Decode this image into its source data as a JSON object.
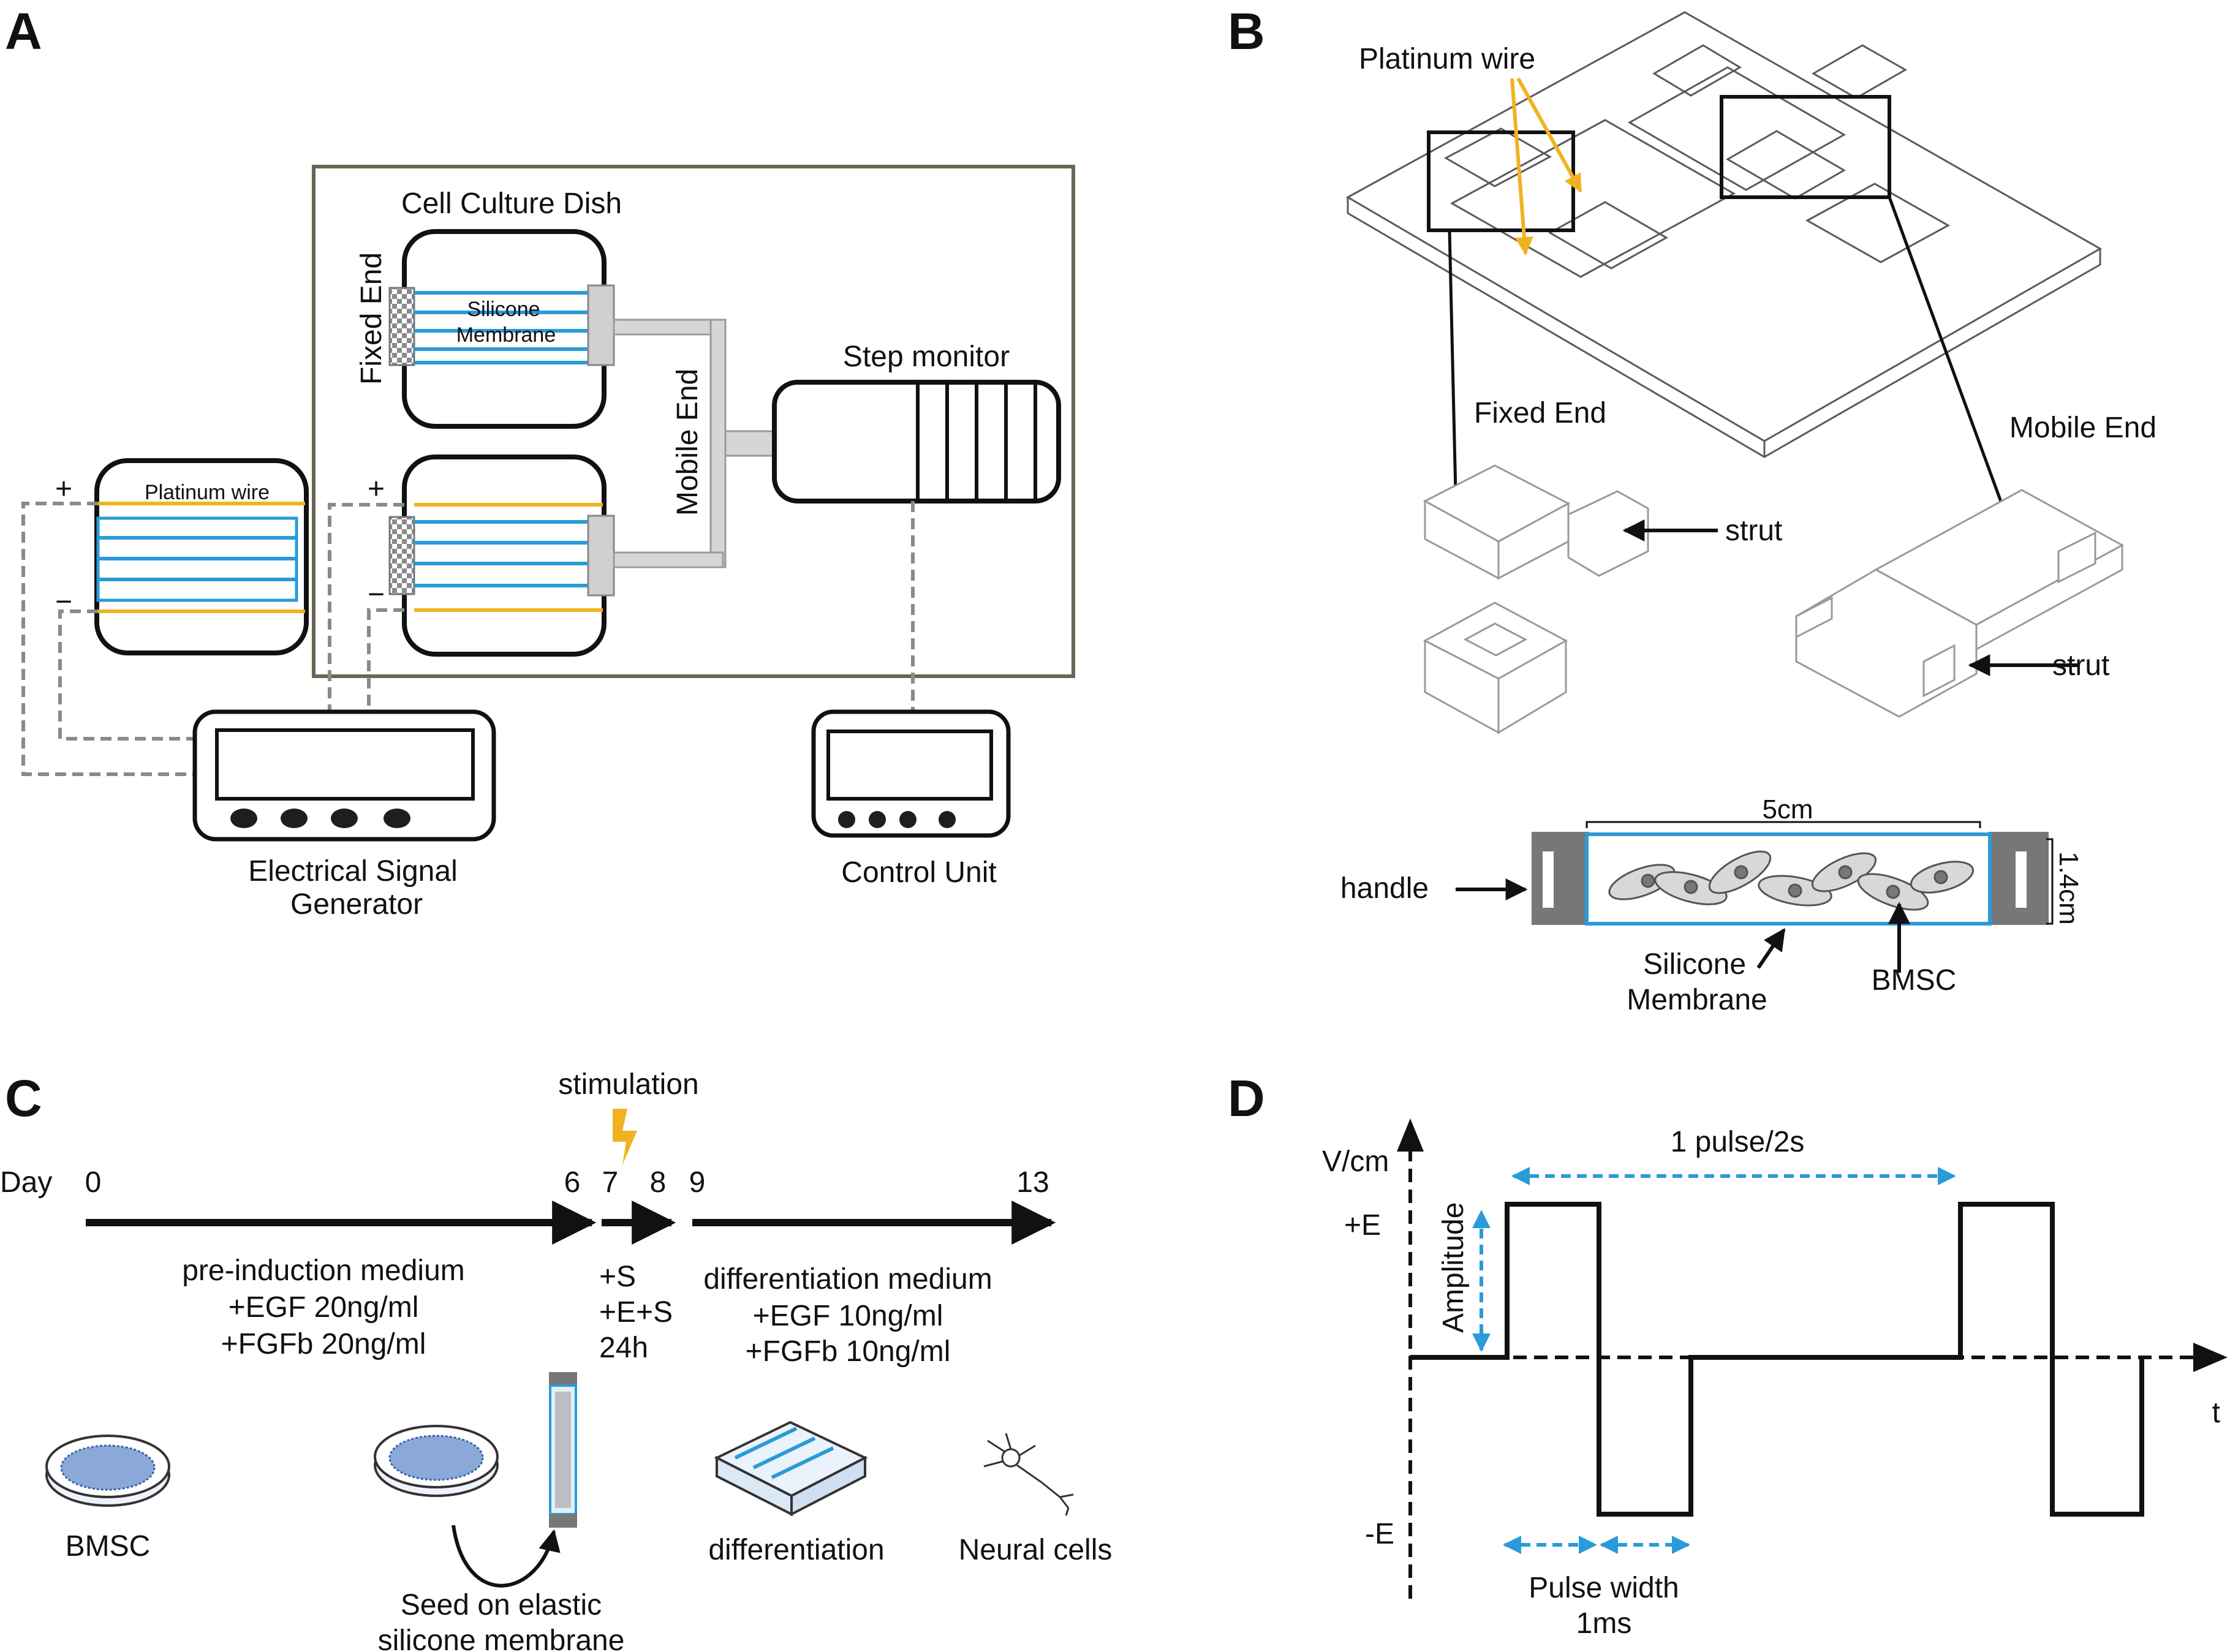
{
  "panels": {
    "a": "A",
    "b": "B",
    "c": "C",
    "d": "D"
  },
  "panel_a": {
    "cell_culture_dish": "Cell Culture Dish",
    "fixed_end": "Fixed End",
    "silicone_membrane_line1": "Silicone",
    "silicone_membrane_line2": "Membrane",
    "mobile_end": "Mobile End",
    "step_monitor": "Step monitor",
    "platinum_wire": "Platinum wire",
    "plus": "+",
    "minus": "−",
    "electrical_signal_generator_line1": "Electrical Signal",
    "electrical_signal_generator_line2": "Generator",
    "control_unit": "Control Unit"
  },
  "panel_b": {
    "platinum_wire": "Platinum wire",
    "fixed_end": "Fixed End",
    "mobile_end": "Mobile End",
    "strut": "strut",
    "handle": "handle",
    "width": "5cm",
    "height": "1.4cm",
    "silicone_membrane_line1": "Silicone",
    "silicone_membrane_line2": "Membrane",
    "bmsc": "BMSC"
  },
  "panel_c": {
    "stimulation": "stimulation",
    "day": "Day",
    "days": [
      "0",
      "6",
      "7",
      "8",
      "9",
      "13"
    ],
    "pre_induction": [
      "pre-induction medium",
      "+EGF 20ng/ml",
      "+FGFb 20ng/ml"
    ],
    "stim_conditions": [
      "+S",
      "+E+S",
      "24h"
    ],
    "differentiation_medium": [
      "differentiation medium",
      "+EGF 10ng/ml",
      "+FGFb 10ng/ml"
    ],
    "bmsc": "BMSC",
    "seed_line1": "Seed on elastic",
    "seed_line2": "silicone membrane",
    "differentiation": "differentiation",
    "neural_cells": "Neural cells"
  },
  "panel_d": {
    "y_axis": "V/cm",
    "x_axis": "t",
    "plus_e": "+E",
    "minus_e": "-E",
    "amplitude": "Amplitude",
    "frequency": "1 pulse/2s",
    "pulse_width_line1": "Pulse width",
    "pulse_width_line2": "1ms"
  },
  "colors": {
    "platinum_wire": "#f0b320",
    "membrane": "#2a9bd8",
    "dimension_arrow": "#2a9bd8",
    "frame": "#6b6556",
    "linkage": "#b8b8b8",
    "dashed_wire": "#8a8a8a",
    "outline": "#111111"
  }
}
